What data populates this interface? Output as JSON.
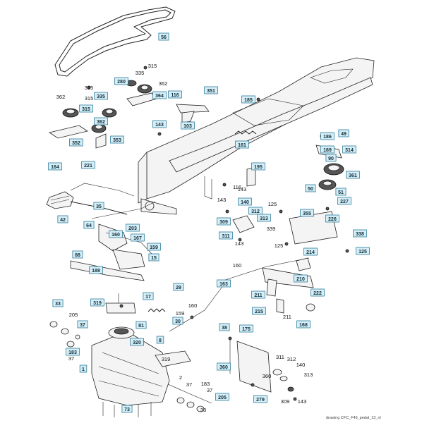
{
  "credit": "drawing CFC_F46_pedal_13_nl",
  "callouts": [
    {
      "label": "56",
      "boxed": true
    },
    {
      "label": "315",
      "boxed": false
    },
    {
      "label": "335",
      "boxed": false
    },
    {
      "label": "280",
      "boxed": true
    },
    {
      "label": "362",
      "boxed": false
    },
    {
      "label": "315",
      "boxed": false
    },
    {
      "label": "364",
      "boxed": true
    },
    {
      "label": "315",
      "boxed": false
    },
    {
      "label": "362",
      "boxed": false
    },
    {
      "label": "335",
      "boxed": true
    },
    {
      "label": "315",
      "boxed": true
    },
    {
      "label": "362",
      "boxed": true
    },
    {
      "label": "352",
      "boxed": true
    },
    {
      "label": "353",
      "boxed": true
    },
    {
      "label": "116",
      "boxed": true
    },
    {
      "label": "351",
      "boxed": true
    },
    {
      "label": "185",
      "boxed": true
    },
    {
      "label": "103",
      "boxed": true
    },
    {
      "label": "143",
      "boxed": true
    },
    {
      "label": "161",
      "boxed": true
    },
    {
      "label": "186",
      "boxed": true
    },
    {
      "label": "49",
      "boxed": true
    },
    {
      "label": "189",
      "boxed": true
    },
    {
      "label": "314",
      "boxed": true
    },
    {
      "label": "90",
      "boxed": true
    },
    {
      "label": "361",
      "boxed": true
    },
    {
      "label": "164",
      "boxed": true
    },
    {
      "label": "221",
      "boxed": true
    },
    {
      "label": "195",
      "boxed": true
    },
    {
      "label": "116",
      "boxed": false
    },
    {
      "label": "143",
      "boxed": false
    },
    {
      "label": "50",
      "boxed": true
    },
    {
      "label": "51",
      "boxed": true
    },
    {
      "label": "35",
      "boxed": true
    },
    {
      "label": "143",
      "boxed": false
    },
    {
      "label": "140",
      "boxed": true
    },
    {
      "label": "312",
      "boxed": true
    },
    {
      "label": "125",
      "boxed": false
    },
    {
      "label": "227",
      "boxed": true
    },
    {
      "label": "42",
      "boxed": true
    },
    {
      "label": "309",
      "boxed": true
    },
    {
      "label": "313",
      "boxed": true
    },
    {
      "label": "355",
      "boxed": true
    },
    {
      "label": "226",
      "boxed": true
    },
    {
      "label": "311",
      "boxed": true
    },
    {
      "label": "339",
      "boxed": false
    },
    {
      "label": "143",
      "boxed": false
    },
    {
      "label": "64",
      "boxed": true
    },
    {
      "label": "203",
      "boxed": true
    },
    {
      "label": "160",
      "boxed": true
    },
    {
      "label": "167",
      "boxed": true
    },
    {
      "label": "338",
      "boxed": true
    },
    {
      "label": "159",
      "boxed": true
    },
    {
      "label": "125",
      "boxed": false
    },
    {
      "label": "214",
      "boxed": true
    },
    {
      "label": "125",
      "boxed": true
    },
    {
      "label": "88",
      "boxed": true
    },
    {
      "label": "15",
      "boxed": true
    },
    {
      "label": "160",
      "boxed": false
    },
    {
      "label": "188",
      "boxed": true
    },
    {
      "label": "210",
      "boxed": true
    },
    {
      "label": "163",
      "boxed": true
    },
    {
      "label": "211",
      "boxed": true
    },
    {
      "label": "222",
      "boxed": true
    },
    {
      "label": "29",
      "boxed": true
    },
    {
      "label": "17",
      "boxed": true
    },
    {
      "label": "33",
      "boxed": true
    },
    {
      "label": "319",
      "boxed": true
    },
    {
      "label": "160",
      "boxed": false
    },
    {
      "label": "205",
      "boxed": false
    },
    {
      "label": "215",
      "boxed": true
    },
    {
      "label": "211",
      "boxed": false
    },
    {
      "label": "37",
      "boxed": true
    },
    {
      "label": "168",
      "boxed": true
    },
    {
      "label": "159",
      "boxed": false
    },
    {
      "label": "81",
      "boxed": true
    },
    {
      "label": "30",
      "boxed": true
    },
    {
      "label": "38",
      "boxed": true
    },
    {
      "label": "175",
      "boxed": true
    },
    {
      "label": "8",
      "boxed": true
    },
    {
      "label": "183",
      "boxed": true
    },
    {
      "label": "320",
      "boxed": true
    },
    {
      "label": "37",
      "boxed": false
    },
    {
      "label": "319",
      "boxed": false
    },
    {
      "label": "311",
      "boxed": false
    },
    {
      "label": "312",
      "boxed": false
    },
    {
      "label": "140",
      "boxed": false
    },
    {
      "label": "360",
      "boxed": true
    },
    {
      "label": "313",
      "boxed": false
    },
    {
      "label": "1",
      "boxed": true
    },
    {
      "label": "2",
      "boxed": false
    },
    {
      "label": "360",
      "boxed": false
    },
    {
      "label": "37",
      "boxed": false
    },
    {
      "label": "183",
      "boxed": false
    },
    {
      "label": "37",
      "boxed": false
    },
    {
      "label": "205",
      "boxed": true
    },
    {
      "label": "279",
      "boxed": true
    },
    {
      "label": "309",
      "boxed": false
    },
    {
      "label": "143",
      "boxed": false
    },
    {
      "label": "73",
      "boxed": true
    },
    {
      "label": "33",
      "boxed": false
    }
  ]
}
